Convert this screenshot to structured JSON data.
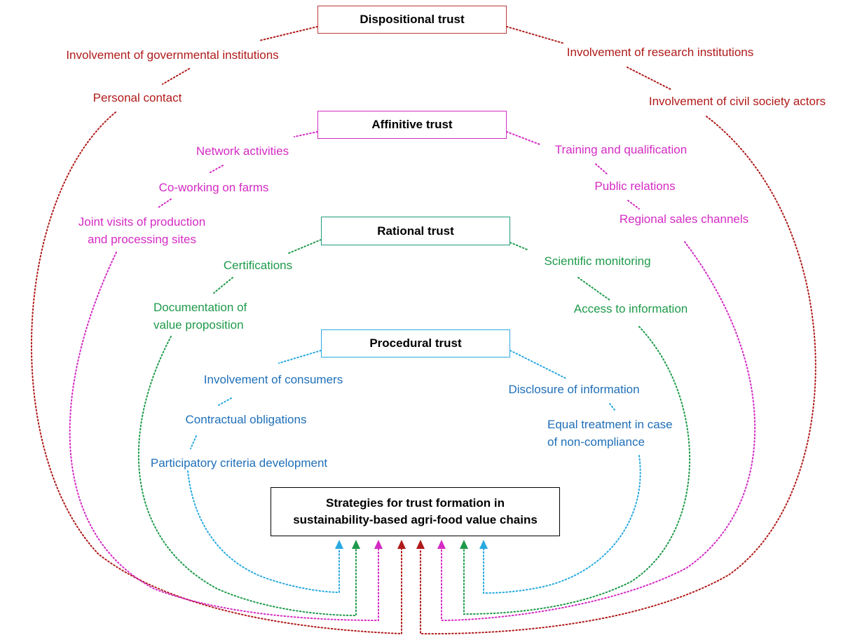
{
  "colors": {
    "dispositional": "#b01a1a",
    "affinitive": "#d42bc4",
    "rational": "#1e9a4a",
    "procedural": "#29a9e0",
    "procedural_text": "#1f6fb8"
  },
  "central": {
    "line1": "Strategies for trust formation in",
    "line2": "sustainability-based agri-food value chains"
  },
  "dispositional": {
    "title": "Dispositional trust",
    "left": [
      "Involvement of governmental institutions",
      "Personal contact"
    ],
    "right": [
      "Involvement of research institutions",
      "Involvement of civil society actors"
    ]
  },
  "affinitive": {
    "title": "Affinitive trust",
    "left": [
      "Network activities",
      "Co-working on farms"
    ],
    "left_multi_line1": "Joint visits of production",
    "left_multi_line2": "and processing sites",
    "right": [
      "Training and qualification",
      "Public relations",
      "Regional sales channels"
    ]
  },
  "rational": {
    "title": "Rational trust",
    "left": [
      "Certifications"
    ],
    "left_multi_line1": "Documentation of",
    "left_multi_line2": "value proposition",
    "right": [
      "Scientific monitoring",
      "Access to information"
    ]
  },
  "procedural": {
    "title": "Procedural trust",
    "left": [
      "Involvement of consumers",
      "Contractual obligations",
      "Participatory criteria development"
    ],
    "right": [
      "Disclosure of information"
    ],
    "right_multi_line1": "Equal treatment in case",
    "right_multi_line2": "of non-compliance"
  }
}
